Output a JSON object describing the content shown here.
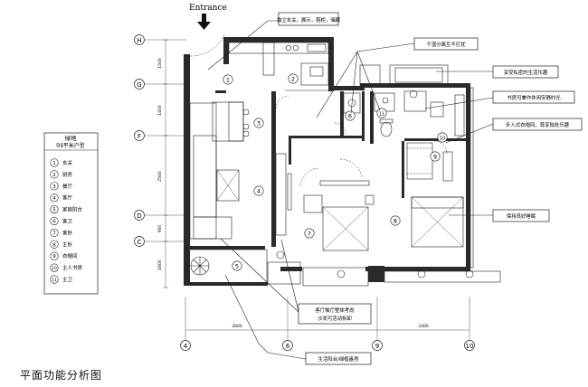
{
  "entrance_label": "Entrance",
  "legend": {
    "title_line1": "绿地",
    "title_line2": "94平米户型",
    "items": [
      {
        "num": "1",
        "label": "玄关"
      },
      {
        "num": "2",
        "label": "厨房"
      },
      {
        "num": "3",
        "label": "餐厅"
      },
      {
        "num": "4",
        "label": "客厅"
      },
      {
        "num": "5",
        "label": "家庭阳台"
      },
      {
        "num": "6",
        "label": "客卫"
      },
      {
        "num": "7",
        "label": "客卧"
      },
      {
        "num": "8",
        "label": "主卧"
      },
      {
        "num": "9",
        "label": "衣帽间"
      },
      {
        "num": "10",
        "label": "主人书房"
      },
      {
        "num": "11",
        "label": "主卫"
      }
    ]
  },
  "axes_left": [
    "H",
    "G",
    "F",
    "D",
    "C"
  ],
  "axes_bottom": [
    "4",
    "6",
    "9",
    "10"
  ],
  "dims_left": [
    "1500",
    "1400",
    "2500",
    "900",
    "1600"
  ],
  "dims_bottom": [
    "3600",
    "3300"
  ],
  "room_numbers": [
    "1",
    "2",
    "3",
    "4",
    "5",
    "6",
    "7",
    "8",
    "9",
    "10",
    "11"
  ],
  "callouts": {
    "entry": "独立玄关，展示，鞋柜，储藏",
    "wet_dry": "干湿分离互不打扰",
    "enjoy": "享受私密的生活乐趣",
    "study": "书房可兼作休闲安静时光",
    "walkin": "步入式衣帽间，尊享独处乐趣",
    "sleep": "保持良好睡眠",
    "living_line1": "客厅餐厅整体考虑",
    "living_line2": "沙发可活动拆卸",
    "balcony": "生活阳台/绿植盎然"
  },
  "caption": "平面功能分析图"
}
